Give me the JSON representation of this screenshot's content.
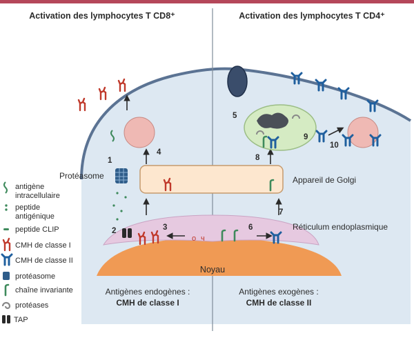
{
  "headers": {
    "left": "Activation des lymphocytes T CD8⁺",
    "right": "Activation des lymphocytes T CD4⁺"
  },
  "labels": {
    "proteasome": "Protéasome",
    "golgi": "Appareil de Golgi",
    "er": "Réticulum endoplasmique",
    "nucleus": "Noyau"
  },
  "bottom": {
    "left_line1": "Antigènes endogènes :",
    "left_line2": "CMH de classe I",
    "right_line1": "Antigènes exogènes :",
    "right_line2": "CMH de classe II"
  },
  "steps": [
    "1",
    "2",
    "3",
    "4",
    "5",
    "6",
    "7",
    "8",
    "9",
    "10"
  ],
  "legend": [
    {
      "icon": "antigen-icon",
      "lines": [
        "antigène",
        "intracellulaire"
      ]
    },
    {
      "icon": "peptide-icon",
      "lines": [
        "peptide",
        "antigénique"
      ]
    },
    {
      "icon": "clip-peptide-icon",
      "lines": [
        "peptide CLIP"
      ]
    },
    {
      "icon": "mhc-class-1-icon",
      "lines": [
        "CMH de classe I"
      ]
    },
    {
      "icon": "mhc-class-2-icon",
      "lines": [
        "CMH de classe II"
      ]
    },
    {
      "icon": "proteasome-icon",
      "lines": [
        "protéasome"
      ]
    },
    {
      "icon": "invariant-chain-icon",
      "lines": [
        "chaîne invariante"
      ]
    },
    {
      "icon": "protease-icon",
      "lines": [
        "protéases"
      ]
    },
    {
      "icon": "tap-icon",
      "lines": [
        "TAP"
      ]
    }
  ],
  "colors": {
    "top_bar": "#b5475a",
    "cytoplasm": "#dde8f2",
    "membrane": "#5b7393",
    "nucleus": "#f09a54",
    "er": "#e6c9e0",
    "golgi": "#fde7cf",
    "vesicle": "#efb9b4",
    "endosome": "#d5ebc3",
    "mhc1": "#c0392b",
    "mhc2": "#1f5f9e",
    "invariant": "#3e8a5c"
  }
}
